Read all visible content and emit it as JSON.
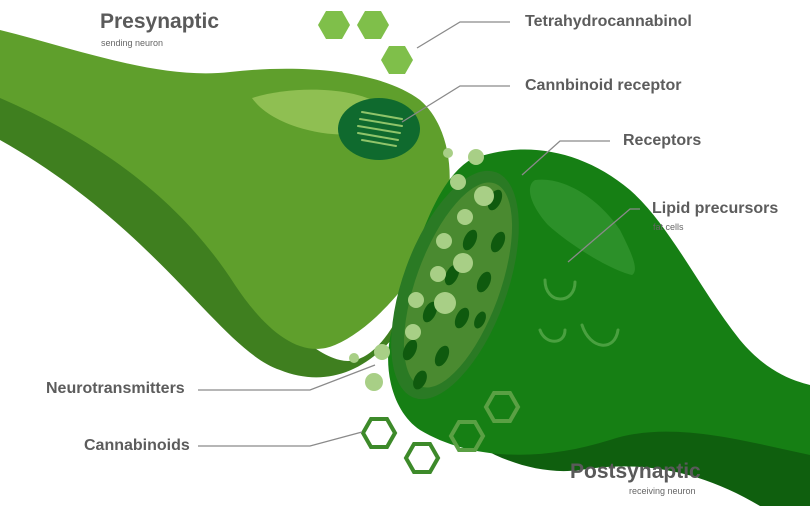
{
  "colors": {
    "presynaptic": "#5f9f2c",
    "presynaptic_shadow": "#3f7f1f",
    "postsynaptic": "#167f14",
    "postsynaptic_shadow": "#0f5f0e",
    "particle": "#a8cf86",
    "hexagon_filled": "#7fbf4a",
    "hexagon_outline": "#3d8a2a",
    "leader_line": "#8a8a8a"
  },
  "labels": {
    "presynaptic": {
      "title": "Presynaptic",
      "subtitle": "sending neuron"
    },
    "postsynaptic": {
      "title": "Postsynaptic",
      "subtitle": "receiving neuron"
    },
    "thc": "Tetrahydrocannabinol",
    "cb_receptor": "Cannbinoid receptor",
    "receptors": "Receptors",
    "lipid": {
      "title": "Lipid precursors",
      "subtitle": "fat cells"
    },
    "neurotransmitters": "Neurotransmitters",
    "cannabinoids": "Cannabinoids"
  },
  "icons": {
    "thc_molecule": "filled-hexagon-icon",
    "cannabinoid_molecule": "outlined-hexagon-icon",
    "cannabinoid_receptor": "striped-ellipse-icon",
    "lipid_precursor": "u-shape-icon"
  }
}
